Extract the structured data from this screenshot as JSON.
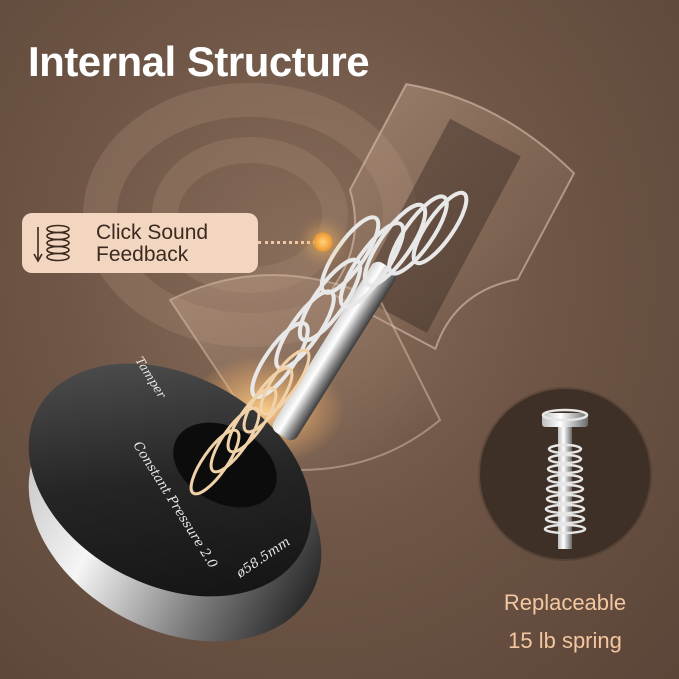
{
  "title": "Internal Structure",
  "callout": {
    "line1": "Click Sound",
    "line2": "Feedback",
    "icon": "spring-icon"
  },
  "base_engraving": {
    "text1": "Constant Pressure 2.0",
    "text2": "ø58.5mm",
    "text3": "Tamper"
  },
  "inset": {
    "line1": "Replaceable",
    "line2": "15 lb spring",
    "icon": "spring-shaft-icon"
  },
  "colors": {
    "background": "#6e5546",
    "title": "#ffffff",
    "callout_bg": "#f3d6c0",
    "accent": "#f4c7a0",
    "inset_bg": "#3e2f27"
  }
}
